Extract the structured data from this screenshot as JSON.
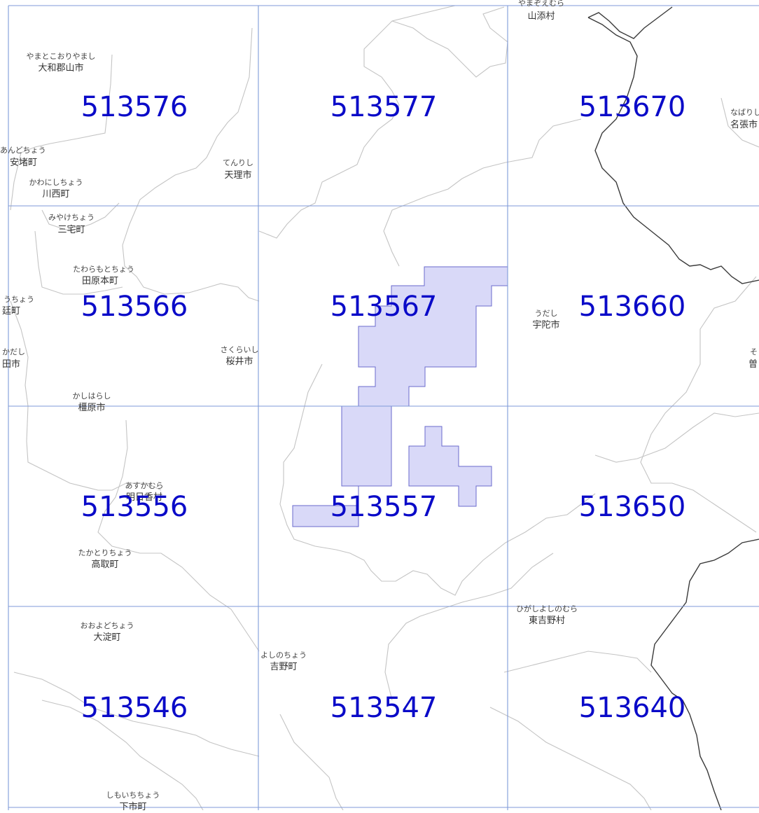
{
  "colors": {
    "background": "#ffffff",
    "mesh_code_text": "#0a0ac8",
    "grid_line": "#7f9ad8",
    "highlight_fill": "#d9d9f8",
    "highlight_stroke": "#6a6acc",
    "municipal_boundary": "#c4c4c4",
    "prefecture_boundary": "#3a3a3a"
  },
  "mesh_codes": [
    {
      "code": "513576",
      "row": 0,
      "col": 0
    },
    {
      "code": "513577",
      "row": 0,
      "col": 1
    },
    {
      "code": "513670",
      "row": 0,
      "col": 2
    },
    {
      "code": "513566",
      "row": 1,
      "col": 0
    },
    {
      "code": "513567",
      "row": 1,
      "col": 1
    },
    {
      "code": "513660",
      "row": 1,
      "col": 2
    },
    {
      "code": "513556",
      "row": 2,
      "col": 0
    },
    {
      "code": "513557",
      "row": 2,
      "col": 1
    },
    {
      "code": "513650",
      "row": 2,
      "col": 2
    },
    {
      "code": "513546",
      "row": 3,
      "col": 0
    },
    {
      "code": "513547",
      "row": 3,
      "col": 1
    },
    {
      "code": "513640",
      "row": 3,
      "col": 2
    }
  ],
  "places": [
    {
      "id": "yamazoe",
      "kana": "やまぞえむら",
      "name": "山添村"
    },
    {
      "id": "yamatokoriyama",
      "kana": "やまとこおりやまし",
      "name": "大和郡山市"
    },
    {
      "id": "nabari",
      "kana": "なばりし",
      "name": "名張市"
    },
    {
      "id": "ando",
      "kana": "あんどちょう",
      "name": "安堵町"
    },
    {
      "id": "tenri",
      "kana": "てんりし",
      "name": "天理市"
    },
    {
      "id": "kawanishi",
      "kana": "かわにしちょう",
      "name": "川西町"
    },
    {
      "id": "miyake",
      "kana": "みやけちょう",
      "name": "三宅町"
    },
    {
      "id": "tawaramoto",
      "kana": "たわらもとちょう",
      "name": "田原本町"
    },
    {
      "id": "uda",
      "kana": "うだし",
      "name": "宇陀市"
    },
    {
      "id": "sakurai",
      "kana": "さくらいし",
      "name": "桜井市"
    },
    {
      "id": "kashihara",
      "kana": "かしはらし",
      "name": "橿原市"
    },
    {
      "id": "asuka",
      "kana": "あすかむら",
      "name": "明日香村"
    },
    {
      "id": "takatori",
      "kana": "たかとりちょう",
      "name": "高取町"
    },
    {
      "id": "higashiyoshino",
      "kana": "ひがしよしのむら",
      "name": "東吉野村"
    },
    {
      "id": "oyodo",
      "kana": "おおよどちょう",
      "name": "大淀町"
    },
    {
      "id": "yoshino",
      "kana": "よしのちょう",
      "name": "吉野町"
    },
    {
      "id": "shimoichi",
      "kana": "しもいちちょう",
      "name": "下市町"
    }
  ],
  "edge_labels": {
    "left_kana_1": "うちょう",
    "left_name_1": "廷町",
    "left_kana_2": "かだし",
    "left_name_2": "田市",
    "right_kana": "そ",
    "right_name": "曽"
  }
}
